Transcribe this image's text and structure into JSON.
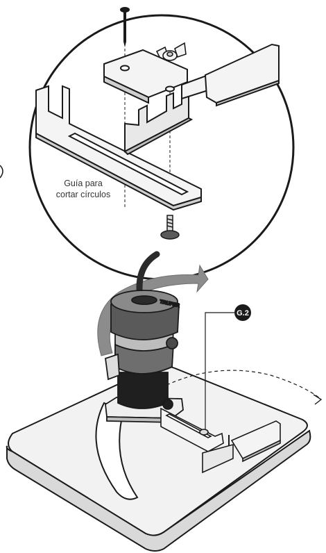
{
  "detail": {
    "caption_line1": "Guía para",
    "caption_line2": "cortar círculos"
  },
  "callout": {
    "label": "G.2"
  },
  "router": {
    "brand": "TRUPER"
  },
  "colors": {
    "outline": "#1a1a1a",
    "base_top": "#f2f2f2",
    "base_side": "#d9d9d9",
    "arrow_gray": "#8c8c8c",
    "router_dark": "#2b2b2b",
    "router_mid": "#6e6e6e",
    "router_light": "#bdbdbd"
  }
}
